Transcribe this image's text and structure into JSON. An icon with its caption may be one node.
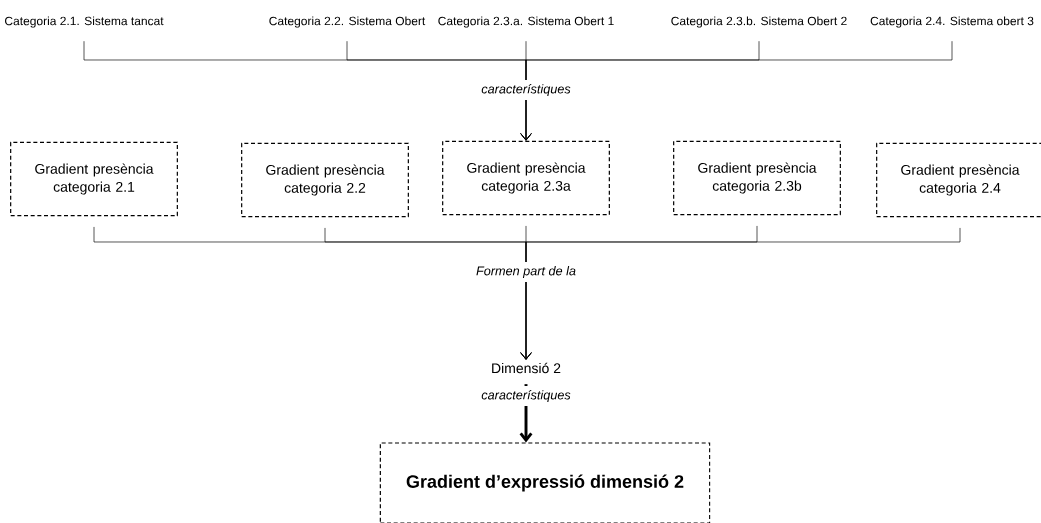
{
  "diagram": {
    "nodes": [
      {
        "text": [
          "Categoria 2.1. Sistema tancat"
        ]
      },
      {
        "text": [
          "Categoria 2.2. Sistema Obert"
        ]
      },
      {
        "text": [
          "Categoria 2.3.a. Sistema Obert 1"
        ]
      },
      {
        "text": [
          "Categoria 2.3.b. Sistema Obert 2"
        ]
      },
      {
        "text": [
          "Categoria 2.4. Sistema obert 3"
        ]
      },
      {
        "text": [
          "Gradient presència categoria 2.1"
        ]
      },
      {
        "text": [
          "Gradient presència categoria 2.2"
        ]
      },
      {
        "text": [
          "Gradient presència categoria 2.3a"
        ]
      },
      {
        "text": [
          "Gradient presència categoria 2.3b"
        ]
      },
      {
        "text": [
          "Gradient presència categoria 2.4"
        ]
      },
      {
        "text": [
          "Dimensió 2"
        ]
      },
      {
        "text": [
          "Gradient d’expressió dimensió 2"
        ]
      }
    ],
    "edges": [
      {
        "from": 0,
        "to": 7,
        "arrow": "to"
      },
      {
        "from": 1,
        "to": 7,
        "arrow": "to"
      },
      {
        "from": 2,
        "to": 7,
        "arrow": "to",
        "label": "característiques"
      },
      {
        "from": 3,
        "to": 7,
        "arrow": "to"
      },
      {
        "from": 4,
        "to": 7,
        "arrow": "to"
      },
      {
        "from": 5,
        "to": 10,
        "arrow": "to"
      },
      {
        "from": 6,
        "to": 10,
        "arrow": "to"
      },
      {
        "from": 7,
        "to": 10,
        "arrow": "to",
        "label": "Formen part de la"
      },
      {
        "from": 8,
        "to": 10,
        "arrow": "to"
      },
      {
        "from": 9,
        "to": 10,
        "arrow": "to"
      },
      {
        "from": 10,
        "to": 11,
        "arrow": "to",
        "style": "thick",
        "label": "característiques"
      }
    ]
  }
}
